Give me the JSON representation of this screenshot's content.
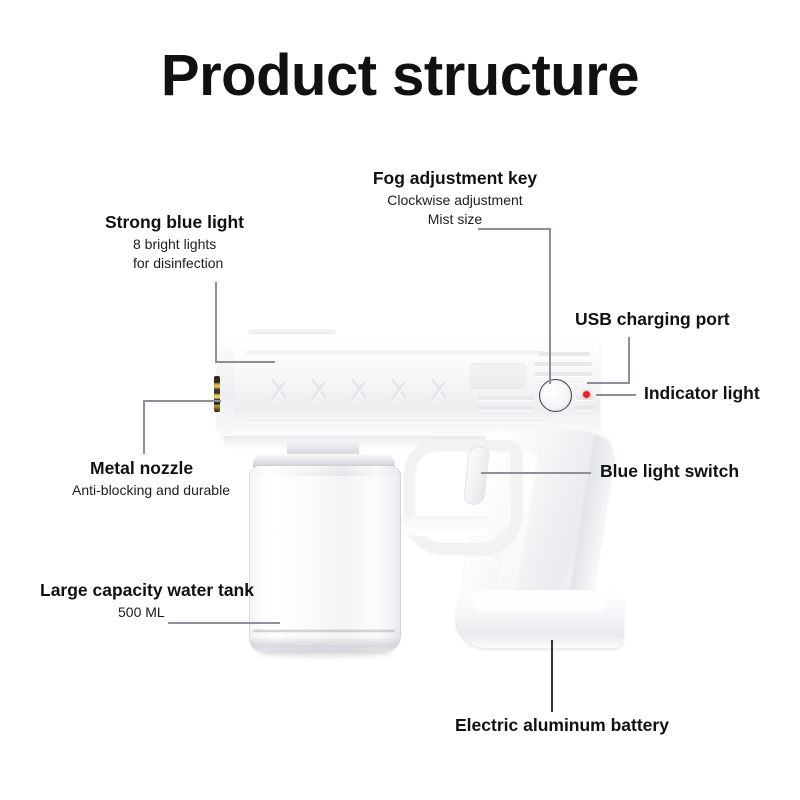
{
  "page": {
    "title": "Product structure",
    "background_color": "#ffffff",
    "text_color": "#111111",
    "leader_line_color": "#8b8f98"
  },
  "callouts": [
    {
      "id": "strong-blue-light",
      "label": "Strong blue light",
      "sub_line_1": "8 bright lights",
      "sub_line_2": "for disinfection"
    },
    {
      "id": "fog-adjustment-key",
      "label": "Fog adjustment key",
      "sub_line_1": "Clockwise adjustment",
      "sub_line_2": "Mist size"
    },
    {
      "id": "usb-charging-port",
      "label": "USB charging port"
    },
    {
      "id": "indicator-light",
      "label": "Indicator light"
    },
    {
      "id": "blue-light-switch",
      "label": "Blue light switch"
    },
    {
      "id": "metal-nozzle",
      "label": "Metal nozzle",
      "sub_line_1": "Anti-blocking and durable"
    },
    {
      "id": "large-capacity-water-tank",
      "label": "Large capacity water tank",
      "sub_line_1": "500 ML"
    },
    {
      "id": "electric-aluminum-battery",
      "label": "Electric aluminum battery"
    }
  ],
  "product": {
    "name": "disinfection spray gun",
    "body_color": "#f2f3f5",
    "indicator_color": "#e8201c",
    "nozzle_color": "#c9a227",
    "knob_outline_color": "#3d4248"
  }
}
